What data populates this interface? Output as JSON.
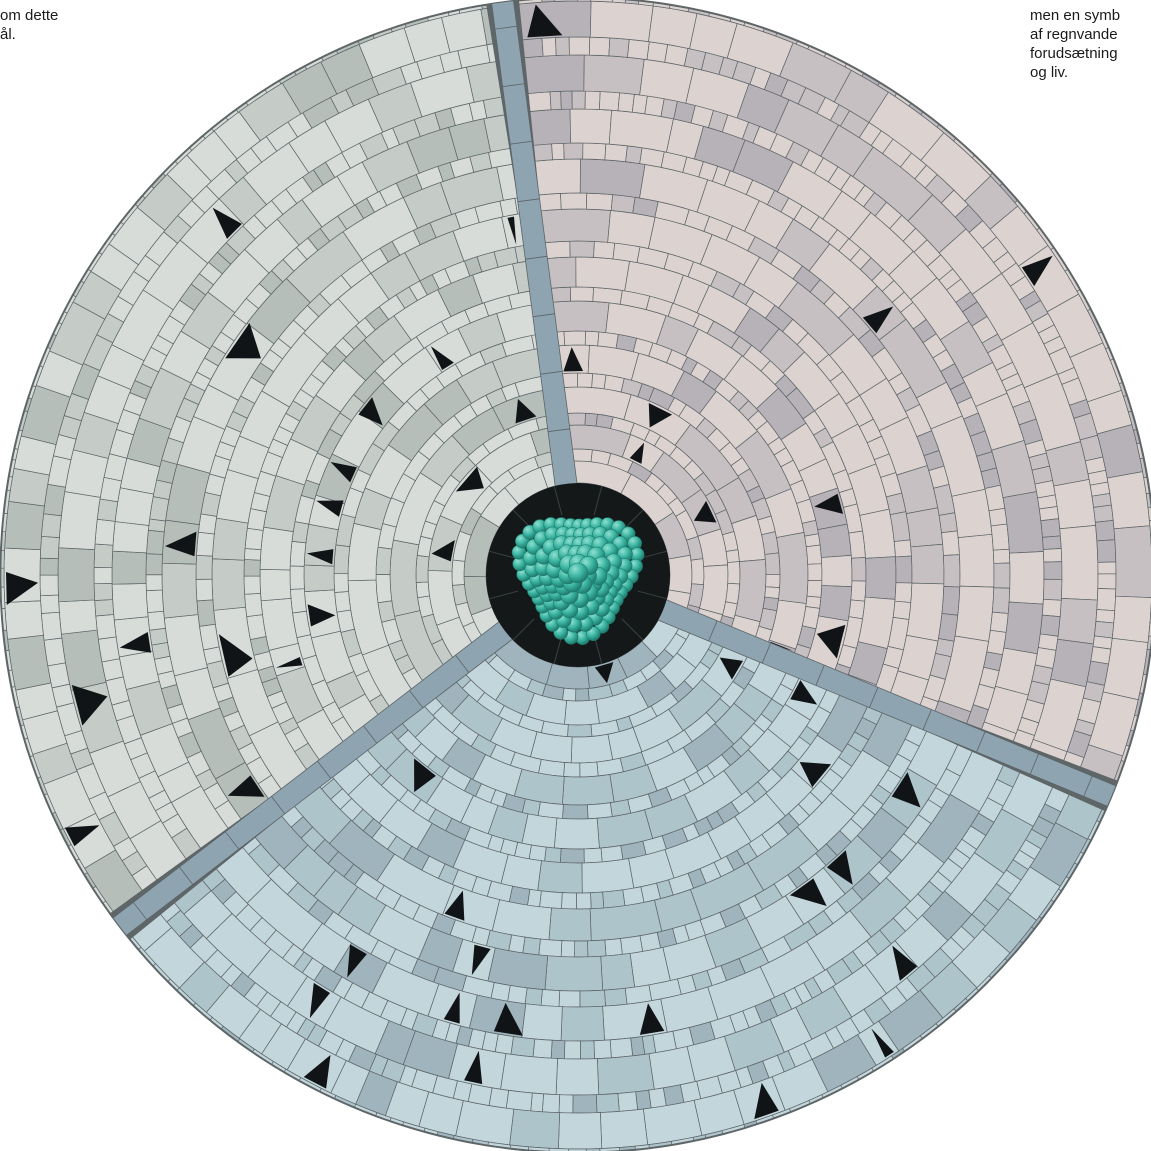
{
  "captions": {
    "left": [
      "om dette",
      "ål."
    ],
    "right": [
      "men en symb",
      "af regnvande",
      "forudsætning",
      "og liv."
    ]
  },
  "plaza": {
    "sectors": [
      {
        "name": "sector-top-left",
        "label": "",
        "base": "#dcd3d0",
        "mid": "#c7c0c2",
        "dark": "#b7b2b8"
      },
      {
        "name": "sector-right",
        "label": "",
        "base": "#c3d6dc",
        "mid": "#aec4cb",
        "dark": "#9fb4bc"
      },
      {
        "name": "sector-bottom",
        "label": "",
        "base": "#d8dcd9",
        "mid": "#c5ccc7",
        "dark": "#b6beb9"
      }
    ],
    "colors": {
      "divider": "#8ea4b1",
      "joint": "#5c6467",
      "center_disc": "#141819",
      "fountain": "#3bb4a1",
      "fountain_dark": "#1f7d6f",
      "fountain_light": "#8fe0d0",
      "inlay": "#111416",
      "rim": "#5f6668"
    },
    "icons": [
      "paving-stone",
      "black-triangle-inlay",
      "fountain-sculpture"
    ]
  }
}
